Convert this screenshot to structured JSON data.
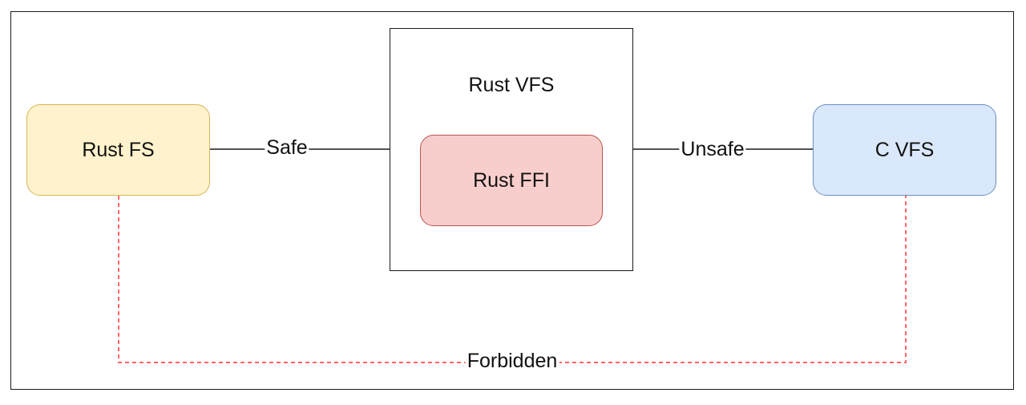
{
  "nodes": {
    "rust_fs": "Rust FS",
    "rust_vfs": "Rust VFS",
    "rust_ffi": "Rust FFI",
    "c_vfs": "C VFS"
  },
  "edges": {
    "safe": "Safe",
    "unsafe": "Unsafe",
    "forbidden": "Forbidden"
  },
  "colors": {
    "rust_fs_fill": "#fff2cc",
    "rust_fs_stroke": "#d6b656",
    "c_vfs_fill": "#dae8fc",
    "c_vfs_stroke": "#6c8ebf",
    "rust_ffi_fill": "#f8cecc",
    "rust_ffi_stroke": "#b85450",
    "forbidden_line": "#ff6666"
  }
}
